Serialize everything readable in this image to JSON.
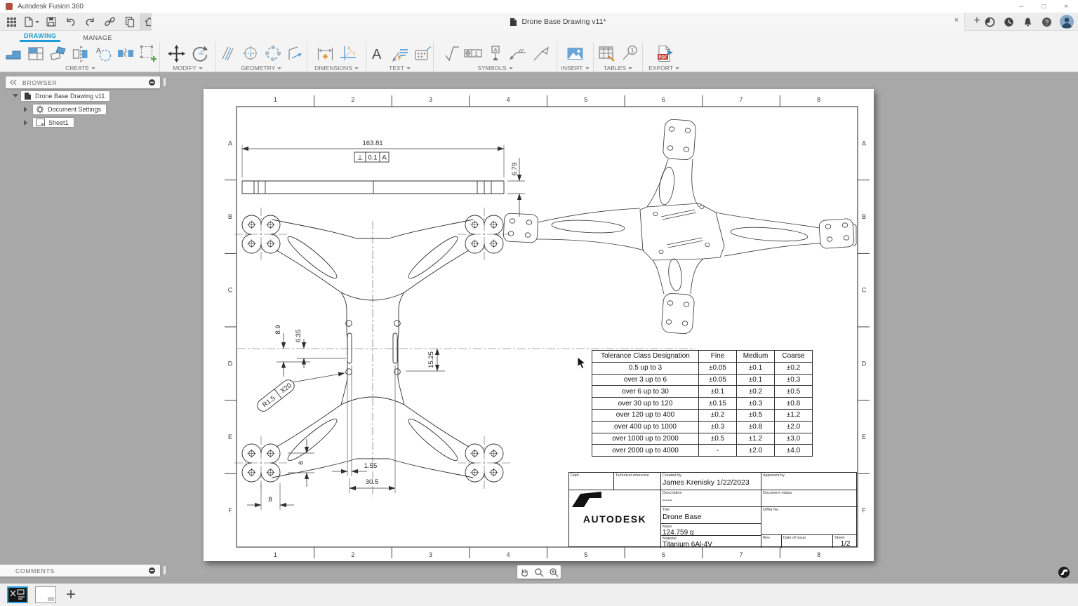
{
  "window": {
    "title": "Autodesk Fusion 360",
    "controls": {
      "minimize": "–",
      "maximize": "□",
      "close": "×"
    }
  },
  "tab_bar": {
    "document_title": "Drone Base Drawing v11*",
    "close_tab": "×",
    "new_tab": "+",
    "account_icons": [
      "job-status",
      "history",
      "notifications",
      "help",
      "profile"
    ]
  },
  "qat_icons": [
    "app-grid",
    "file-new",
    "save",
    "undo",
    "redo",
    "share-link",
    "publish",
    "home"
  ],
  "ribbon": {
    "tabs": [
      {
        "label": "DRAWING"
      },
      {
        "label": "MANAGE"
      }
    ],
    "groups": [
      {
        "label": "CREATE",
        "icons": [
          "base-view",
          "projected-view",
          "auxiliary-view",
          "section-view",
          "detail-view",
          "break-view",
          "create-sketch"
        ]
      },
      {
        "label": "MODIFY",
        "icons": [
          "move",
          "rotate"
        ]
      },
      {
        "label": "GEOMETRY",
        "icons": [
          "centerline",
          "center-mark",
          "center-mark-pattern",
          "edge-extension"
        ]
      },
      {
        "label": "DIMENSIONS",
        "icons": [
          "dimension",
          "ordinate-dimension"
        ]
      },
      {
        "label": "TEXT",
        "icons": [
          "text",
          "leader-text",
          "note"
        ]
      },
      {
        "label": "SYMBOLS",
        "icons": [
          "surface-texture",
          "feature-control-frame",
          "datum-identifier",
          "weld-symbol",
          "arrow-leader"
        ]
      },
      {
        "label": "INSERT",
        "icons": [
          "insert-image"
        ]
      },
      {
        "label": "TABLES",
        "icons": [
          "table",
          "balloon"
        ]
      },
      {
        "label": "EXPORT",
        "icons": [
          "export-pdf"
        ]
      }
    ],
    "icon_glyphs": {
      "text_a": "A",
      "detail_a": "A",
      "fcf_val": ".1",
      "datum": "A",
      "balloon": "1",
      "pdf": "PDF",
      "ord_x": "X",
      "ord_y": "Y"
    }
  },
  "browser": {
    "title": "BROWSER",
    "items": [
      {
        "label": "Drone Base Drawing v11"
      },
      {
        "label": "Document Settings"
      },
      {
        "label": "Sheet1"
      }
    ]
  },
  "comments": {
    "title": "COMMENTS"
  },
  "sheet": {
    "zone_numbers": [
      "1",
      "2",
      "3",
      "4",
      "5",
      "6",
      "7",
      "8"
    ],
    "zone_letters": [
      "A",
      "B",
      "C",
      "D",
      "E",
      "F"
    ],
    "dims": {
      "length": "163.81",
      "thickness": "6.79",
      "fcf_sym": "⊥",
      "fcf_val": "0.1",
      "fcf_datum": "A",
      "d89": "8.9",
      "d635": "6.35",
      "d1525": "15.25",
      "r_note": "R1.5",
      "x_note": "X20",
      "d155": "1.55",
      "d305": "30.5",
      "d8v": "8",
      "d8h": "8"
    }
  },
  "tolerance_table": {
    "headers": [
      "Tolerance Class Designation",
      "Fine",
      "Medium",
      "Coarse"
    ],
    "rows": [
      [
        "0.5 up to 3",
        "±0.05",
        "±0.1",
        "±0.2"
      ],
      [
        "over 3 up to 6",
        "±0.05",
        "±0.1",
        "±0.3"
      ],
      [
        "over 6 up to 30",
        "±0.1",
        "±0.2",
        "±0.5"
      ],
      [
        "over 30 up to 120",
        "±0.15",
        "±0.3",
        "±0.8"
      ],
      [
        "over 120 up to 400",
        "±0.2",
        "±0.5",
        "±1.2"
      ],
      [
        "over 400 up to 1000",
        "±0.3",
        "±0.8",
        "±2.0"
      ],
      [
        "over 1000 up to 2000",
        "±0.5",
        "±1.2",
        "±3.0"
      ],
      [
        "over 2000 up to 4000",
        "-",
        "±2.0",
        "±4.0"
      ]
    ]
  },
  "title_block": {
    "dept_label": "Dept.",
    "tech_ref_label": "Technical reference",
    "created_by_label": "Created by",
    "created_by": "James Krenisky  1/22/2023",
    "approved_by_label": "Approved by",
    "description_label": "Description",
    "description": "----",
    "doc_status_label": "Document status",
    "title_label": "Title",
    "title": "Drone Base",
    "mass_label": "Mass",
    "mass": "124.759 g",
    "material_label": "Material",
    "material": "Titanium 6Al-4V",
    "dwg_label": "DWG No.",
    "rev_label": "Rev.",
    "date_label": "Date of issue",
    "sheet_label": "Sheet",
    "sheet_value": "1/2",
    "brand": "AUTODESK"
  },
  "nav_icons": [
    "pan",
    "zoom",
    "zoom-window"
  ],
  "bottom_bar": {
    "new_sheet": "+"
  },
  "colors": {
    "accent": "#1f9bd7",
    "icon_blue": "#5b9fd4",
    "canvas": "#a8a8a8",
    "pdf_red": "#c0392b",
    "green": "#57a34b",
    "orange": "#e09a3c"
  }
}
